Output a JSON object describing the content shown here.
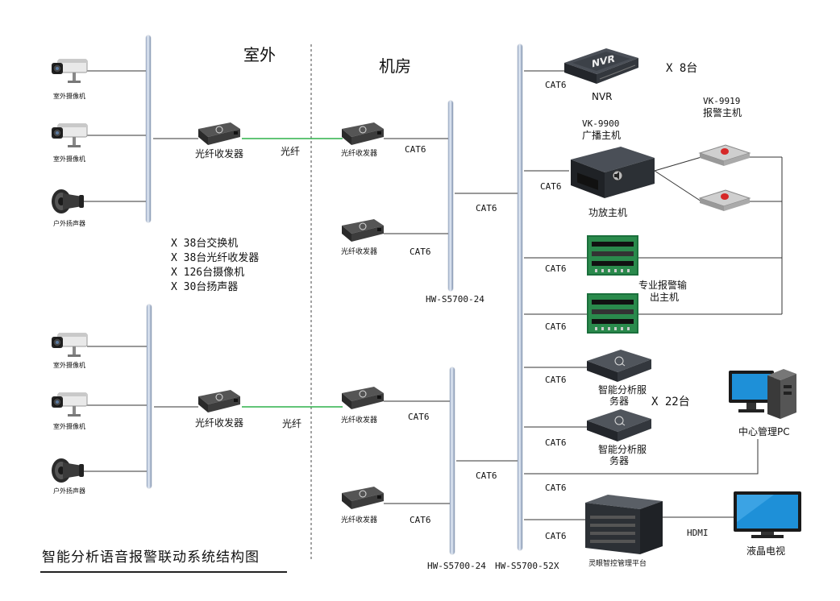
{
  "title": "智能分析语音报警联动系统结构图",
  "zones": {
    "outdoor": "室外",
    "machine_room": "机房"
  },
  "stats": [
    "X 38台交换机",
    "X 38台光纤收发器",
    "X 126台摄像机",
    "X 30台扬声器"
  ],
  "outdoor_group_1": {
    "camera_1": "室外摄像机",
    "camera_2": "室外摄像机",
    "speaker": "户外扬声器",
    "transceiver": "光纤收发器",
    "fiber": "光纤"
  },
  "outdoor_group_2": {
    "camera_1": "室外摄像机",
    "camera_2": "室外摄像机",
    "speaker": "户外扬声器",
    "transceiver": "光纤收发器",
    "fiber": "光纤"
  },
  "room_group_1": {
    "transceiver_1": "光纤收发器",
    "link_1": "CAT6",
    "transceiver_2": "光纤收发器",
    "link_2": "CAT6",
    "uplink": "CAT6",
    "switch": "HW-S5700-24"
  },
  "room_group_2": {
    "transceiver_1": "光纤收发器",
    "link_1": "CAT6",
    "transceiver_2": "光纤收发器",
    "link_2": "CAT6",
    "uplink": "CAT6",
    "switch": "HW-S5700-24"
  },
  "core_switch": "HW-S5700-52X",
  "nvr": {
    "logo": "NVR",
    "label": "NVR",
    "count": "X 8台",
    "link": "CAT6"
  },
  "broadcast": {
    "model": "VK-9900",
    "name": "广播主机",
    "amp": "功放主机",
    "link": "CAT6"
  },
  "alarm_host": {
    "model": "VK-9919",
    "name": "报警主机"
  },
  "alarm_output": {
    "name_line1": "专业报警输",
    "name_line2": "出主机",
    "link_1": "CAT6",
    "link_2": "CAT6"
  },
  "analysis_server": {
    "name_1a": "智能分析服",
    "name_1b": "务器",
    "name_2a": "智能分析服",
    "name_2b": "务器",
    "count": "X 22台",
    "link_1": "CAT6",
    "link_2": "CAT6"
  },
  "center_pc": {
    "label": "中心管理PC",
    "link": "CAT6"
  },
  "platform": {
    "label": "灵眼智控管理平台",
    "link": "CAT6"
  },
  "tv": {
    "label": "液晶电视",
    "link": "HDMI"
  },
  "colors": {
    "fiber": "#2eb24a",
    "wire": "#333333",
    "bus": "#a7b5cc",
    "tv_screen": "#1e90d8",
    "alarm_button": "#d62828"
  }
}
